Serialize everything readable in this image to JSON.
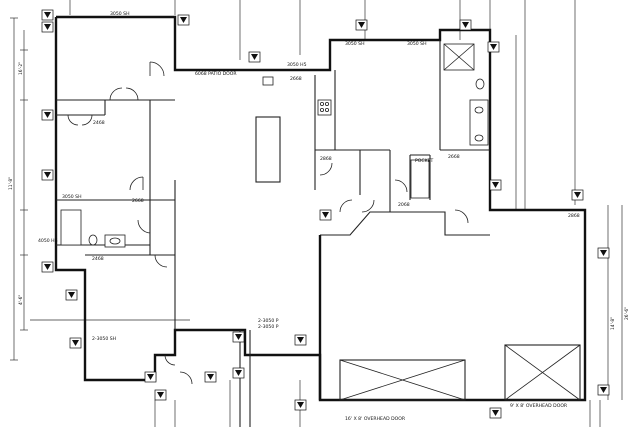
{
  "labels": {
    "patio_door": "6068 PATIO DOOR",
    "overhead_door_left": "16' X 8' OVERHEAD DOOR",
    "overhead_door_right": "9' X 8' OVERHEAD DOOR",
    "pocket": "POCKET",
    "bedroom_top_window": "3050 SH",
    "window_top_mid": "3050 H5",
    "window_top_right_a": "3050 SH",
    "window_top_right_b": "3050 SH",
    "window_left_mid": "3050 SH",
    "window_left_bath": "4050 HS",
    "window_bottom_left": "2-3050 SH",
    "window_entry": "2-3050 P",
    "window_entry_b": "2-3050 P",
    "door_a": "2668",
    "door_b": "2468",
    "door_c": "2868",
    "door_d": "2668",
    "door_e": "2068",
    "door_f": "2868",
    "door_g": "2468",
    "door_h": "2668",
    "dim_left_a": "11'-8\"",
    "dim_left_b": "16'-2\"",
    "dim_left_c": "4'-6\"",
    "dim_right_a": "26'-6\"",
    "dim_right_b": "14'-8\""
  }
}
